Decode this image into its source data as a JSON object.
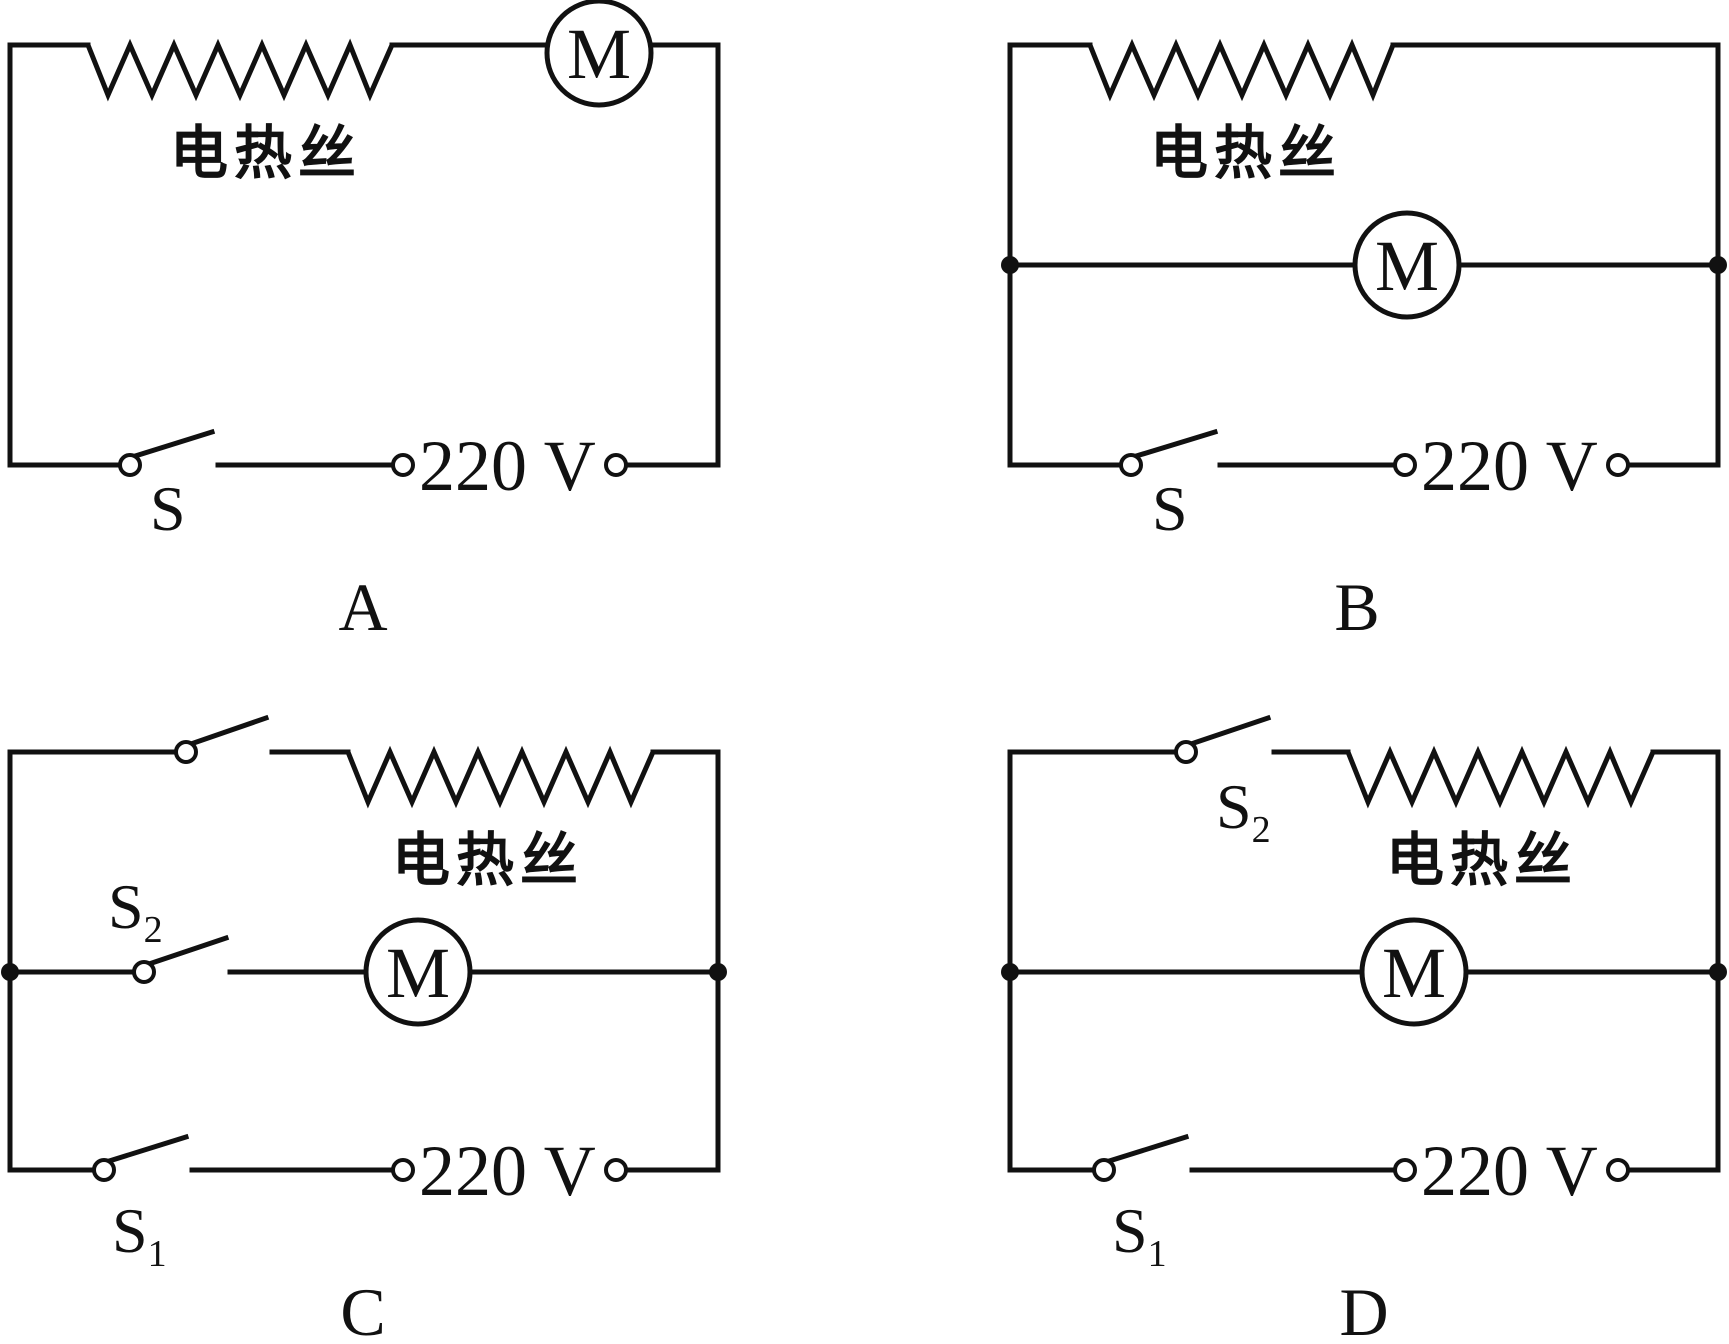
{
  "diagrams": [
    {
      "id": "A",
      "caption": "A",
      "heater_label": "电热丝",
      "motor_label": "M",
      "supply_label": "220 V",
      "switches": [
        {
          "label": "S",
          "sub": ""
        }
      ]
    },
    {
      "id": "B",
      "caption": "B",
      "heater_label": "电热丝",
      "motor_label": "M",
      "supply_label": "220 V",
      "switches": [
        {
          "label": "S",
          "sub": ""
        }
      ]
    },
    {
      "id": "C",
      "caption": "C",
      "heater_label": "电热丝",
      "motor_label": "M",
      "supply_label": "220 V",
      "switches": [
        {
          "label": "S",
          "sub": "2"
        },
        {
          "label": "S",
          "sub": "1"
        }
      ]
    },
    {
      "id": "D",
      "caption": "D",
      "heater_label": "电热丝",
      "motor_label": "M",
      "supply_label": "220 V",
      "switches": [
        {
          "label": "S",
          "sub": "2"
        },
        {
          "label": "S",
          "sub": "1"
        }
      ]
    }
  ]
}
